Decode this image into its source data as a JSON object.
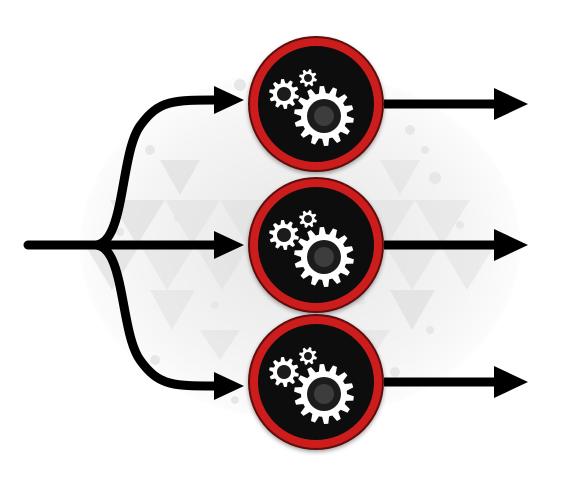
{
  "diagram": {
    "type": "parallel-processing-flow",
    "input_arrow_count": 1,
    "branch_count": 3,
    "output_arrow_count": 3,
    "node_icon": "gears-icon",
    "colors": {
      "arrow": "#000000",
      "node_fill": "#0b0b0b",
      "node_ring": "#cc1f1f",
      "node_ring_shadow": "#5e0d0d",
      "gear_fill": "#ffffff",
      "gear_center": "#1a1a1a",
      "background_pattern": "#d9d9d9",
      "background_dots": "#e7e7e7"
    }
  }
}
